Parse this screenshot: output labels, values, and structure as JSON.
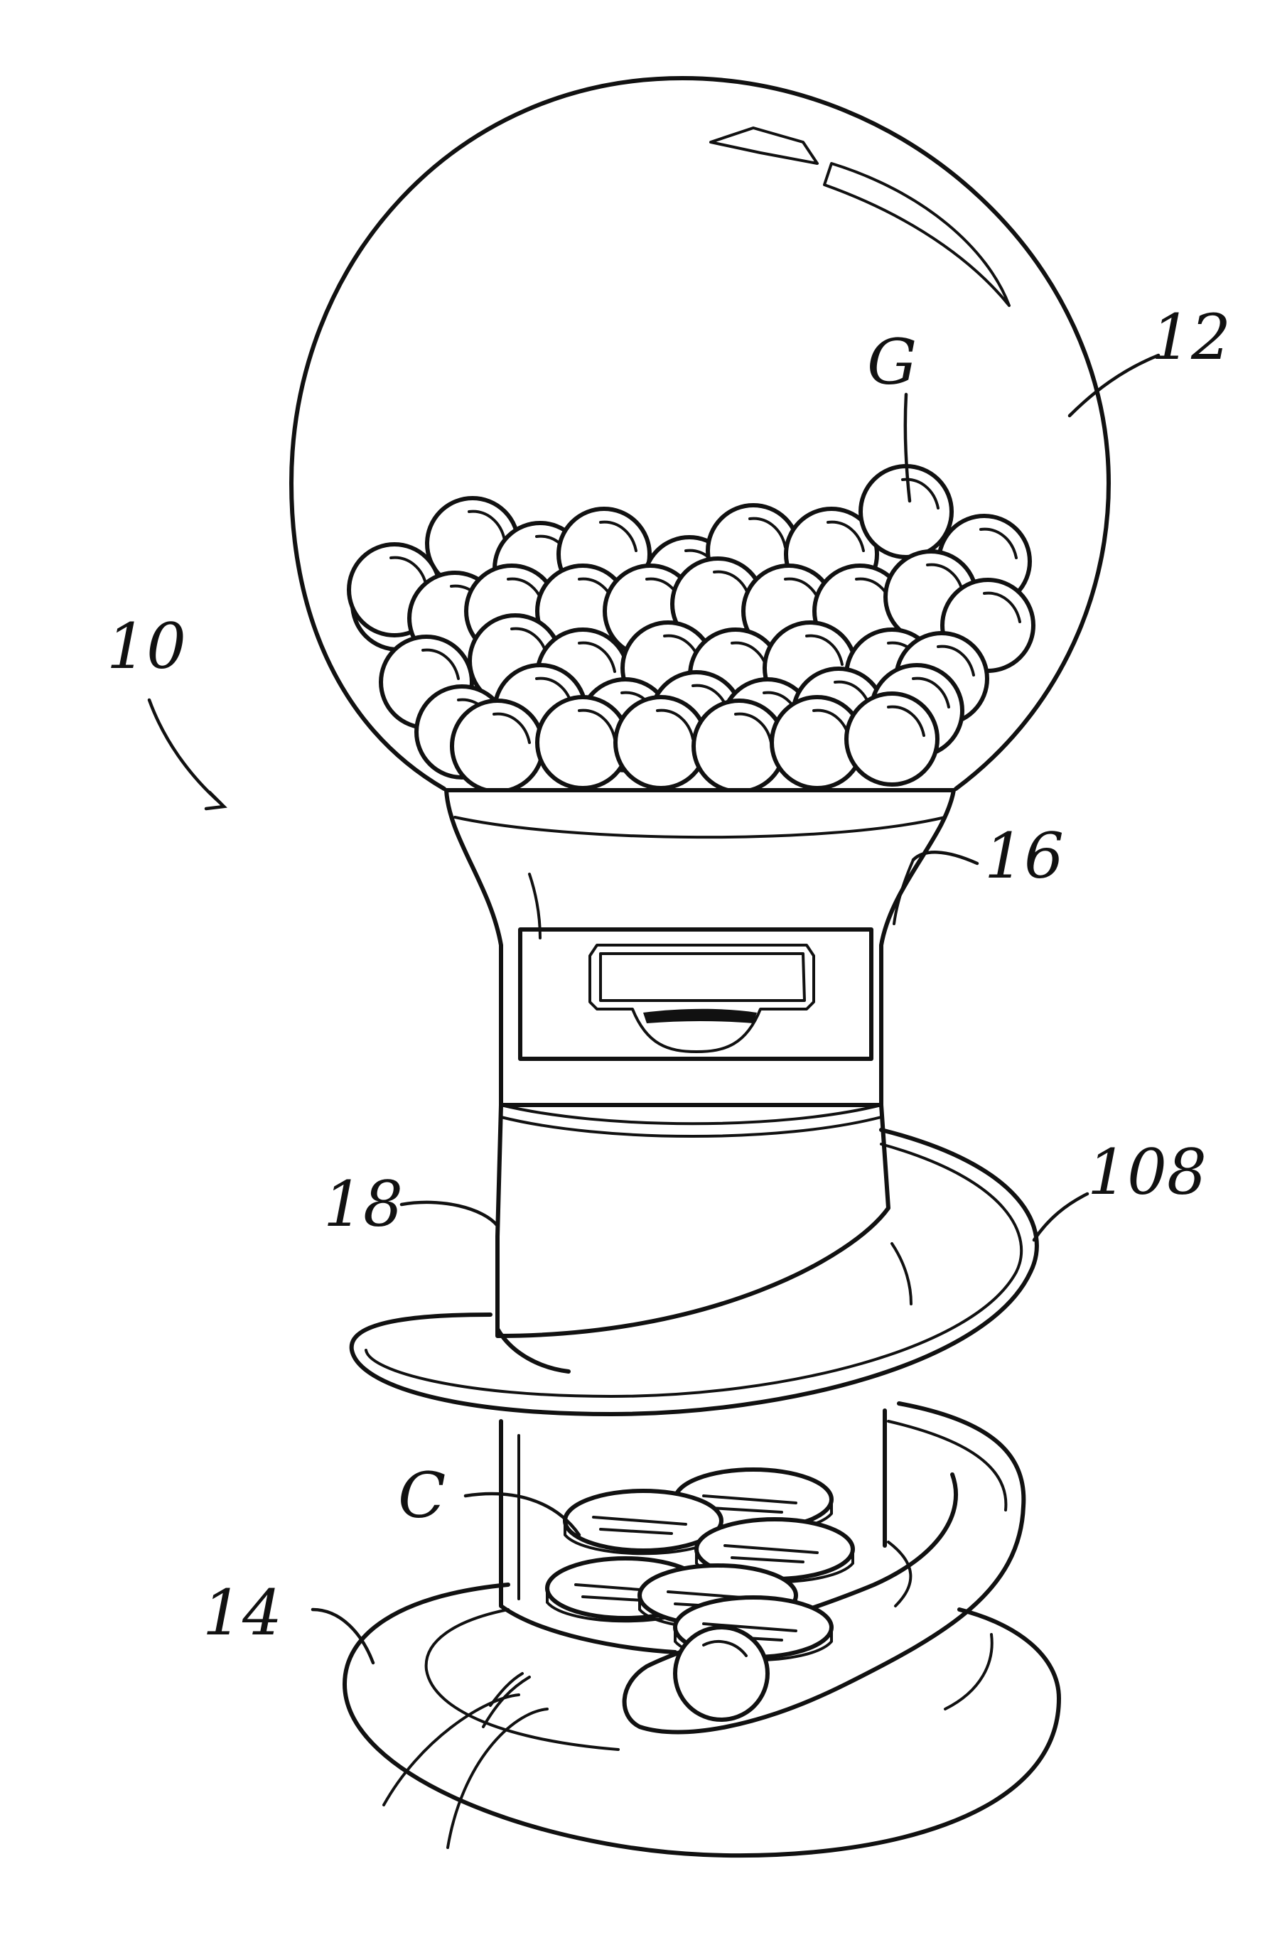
{
  "figure": {
    "reference_labels": {
      "machine": "10",
      "globe": "12",
      "base": "14",
      "housing": "16",
      "coin_chamber": "18",
      "spiral_track": "108",
      "gumballs": "G",
      "coins": "C"
    },
    "colors": {
      "line": "#111111",
      "background": "#ffffff"
    }
  }
}
